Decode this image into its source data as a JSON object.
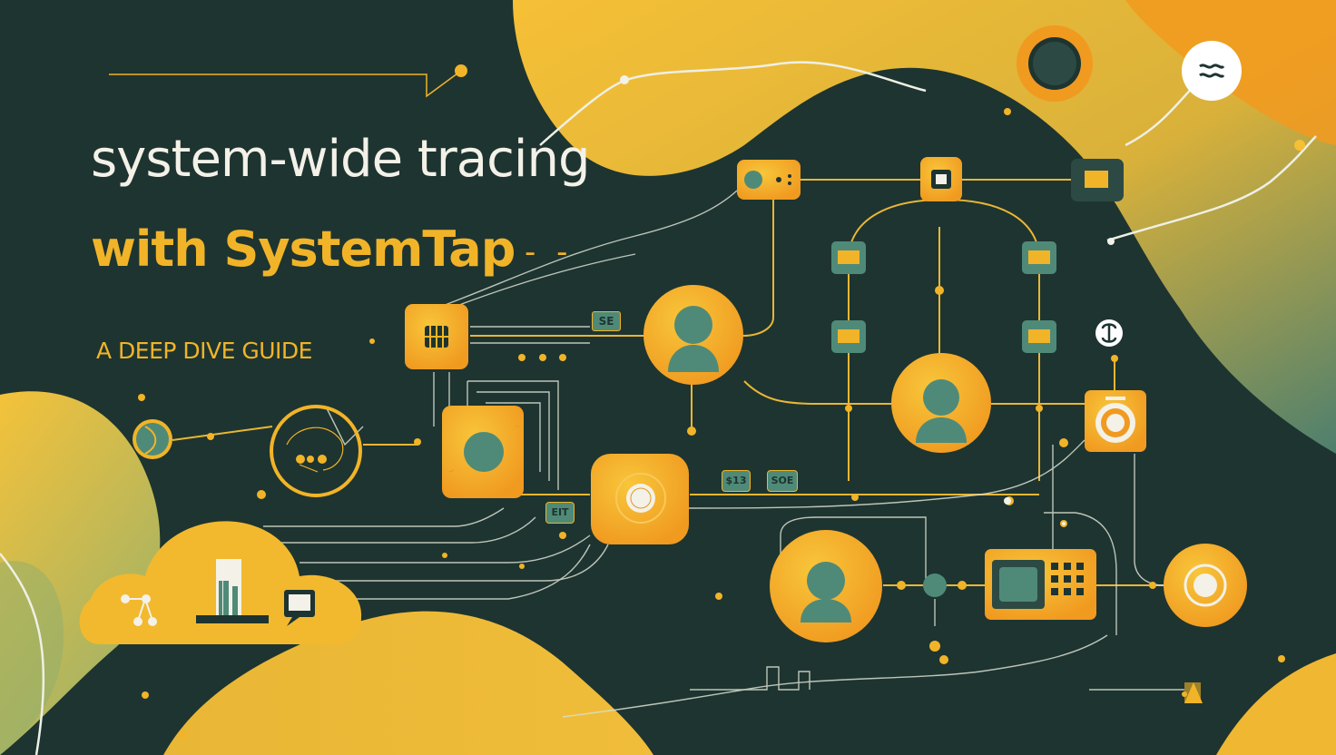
{
  "title": {
    "line1": "system-wide tracing",
    "line2": "with SystemTap",
    "dashes": "- -",
    "subtitle": "A DEEP DIVE GUIDE"
  },
  "micro_labels": {
    "label_a": "SE",
    "label_b": "$13",
    "label_c": "SOE",
    "label_d": "EIT"
  },
  "colors": {
    "background": "#1e3430",
    "accent_yellow": "#f1b428",
    "accent_orange": "#f29a1f",
    "node_teal": "#4f8a78",
    "title_white": "#f3f1e8"
  },
  "icons": [
    "user-avatar-icon",
    "target-icon",
    "chip-icon",
    "cloud-icon",
    "monitor-icon",
    "keypad-device-icon",
    "waves-icon",
    "link-icon"
  ]
}
